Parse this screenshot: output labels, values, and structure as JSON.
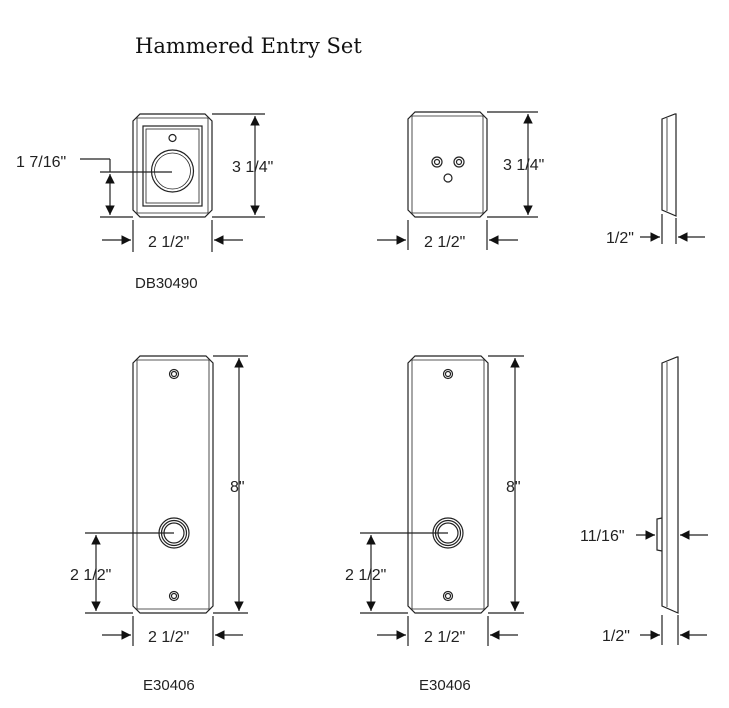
{
  "title": "Hammered Entry Set",
  "drawings": {
    "deadbolt_front": {
      "model": "DB30490",
      "height_label": "3 1/4\"",
      "width_label": "2 1/2\"",
      "center_label": "1 7/16\""
    },
    "deadbolt_back": {
      "height_label": "3 1/4\"",
      "width_label": "2 1/2\""
    },
    "deadbolt_side": {
      "depth_label": "1/2\""
    },
    "entry_front_1": {
      "model": "E30406",
      "height_label": "8\"",
      "width_label": "2 1/2\"",
      "center_label": "2 1/2\""
    },
    "entry_front_2": {
      "model": "E30406",
      "height_label": "8\"",
      "width_label": "2 1/2\"",
      "center_label": "2 1/2\""
    },
    "entry_side": {
      "knob_depth_label": "11/16\"",
      "depth_label": "1/2\""
    }
  }
}
